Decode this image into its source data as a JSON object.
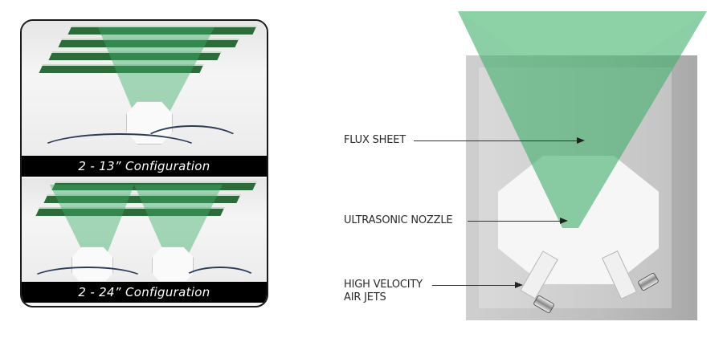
{
  "configurations": [
    {
      "caption": "2 - 13” Configuration",
      "nozzle_count": 1
    },
    {
      "caption": "2 - 24” Configuration",
      "nozzle_count": 2
    }
  ],
  "diagram": {
    "labels": {
      "flux_sheet": "FLUX SHEET",
      "ultrasonic_nozzle": "ULTRASONIC NOZZLE",
      "air_jets_line1": "HIGH VELOCITY",
      "air_jets_line2": "AIR JETS"
    }
  },
  "colors": {
    "flux_green": "#3fae6a",
    "caption_bar": "#000000",
    "caption_text": "#ffffff",
    "cable_blue": "#5a7fa6"
  }
}
